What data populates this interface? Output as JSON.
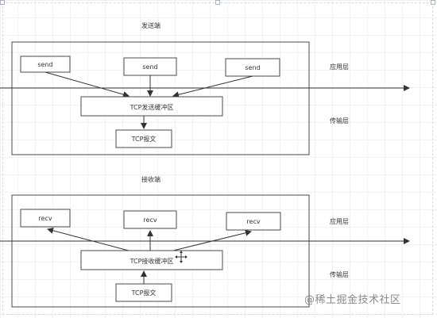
{
  "sender": {
    "title": "发送端",
    "send_nodes": [
      "send",
      "send",
      "send"
    ],
    "buffer": "TCP发送缓冲区",
    "segment": "TCP报文"
  },
  "receiver": {
    "title": "接收端",
    "recv_nodes": [
      "recv",
      "recv",
      "recv"
    ],
    "buffer": "TCP接收缓冲区",
    "segment": "TCP报文"
  },
  "layers": {
    "application": "应用层",
    "transport": "传输层"
  },
  "watermark": "@稀土掘金技术社区",
  "colors": {
    "line": "#333333",
    "box_stroke": "#4a4a4a",
    "box_fill": "#ffffff",
    "grid": "#eef1f5"
  }
}
